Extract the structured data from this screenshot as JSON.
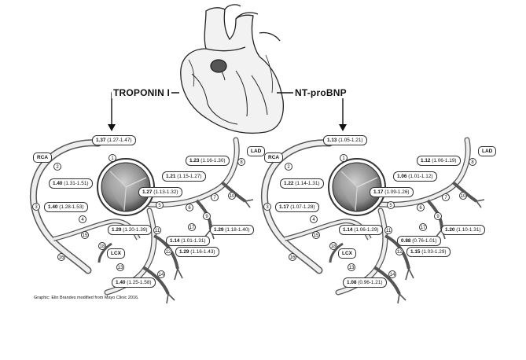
{
  "markers": {
    "left": "TROPONIN I",
    "right": "NT-proBNP"
  },
  "caption": "Graphic: Elin Brandes modified from Mayo Clinic 2016.",
  "vessel_tags": {
    "rca": "RCA",
    "lad": "LAD",
    "lcx": "LCX"
  },
  "segments": [
    "1",
    "2",
    "3",
    "4",
    "5",
    "6",
    "7",
    "8",
    "9",
    "10",
    "11",
    "12",
    "13",
    "14",
    "15",
    "16",
    "17",
    "18"
  ],
  "left_values": {
    "seg1": {
      "hr": "1.37",
      "ci": "(1.27-1.47)"
    },
    "seg2": {
      "hr": "1.40",
      "ci": "(1.31-1.51)"
    },
    "seg3": {
      "hr": "1.40",
      "ci": "(1.28-1.53)"
    },
    "seg5": {
      "hr": "1.27",
      "ci": "(1.13-1.32)"
    },
    "seg6": {
      "hr": "1.21",
      "ci": "(1.15-1.27)"
    },
    "seg7": {
      "hr": "1.23",
      "ci": "(1.16-1.30)"
    },
    "seg9": {
      "hr": "1.29",
      "ci": "(1.18-1.40)"
    },
    "seg11": {
      "hr": "1.29",
      "ci": "(1.20-1.39)"
    },
    "seg12": {
      "hr": "1.29",
      "ci": "(1.16-1.43)"
    },
    "seg13": {
      "hr": "1.40",
      "ci": "(1.25-1.58)"
    },
    "seg17": {
      "hr": "1.14",
      "ci": "(1.01-1.31)"
    }
  },
  "right_values": {
    "seg1": {
      "hr": "1.13",
      "ci": "(1.05-1.21)"
    },
    "seg2": {
      "hr": "1.22",
      "ci": "(1.14-1.31)"
    },
    "seg3": {
      "hr": "1.17",
      "ci": "(1.07-1.28)"
    },
    "seg5": {
      "hr": "1.17",
      "ci": "(1.09-1.26)"
    },
    "seg6": {
      "hr": "1.06",
      "ci": "(1.01-1.12)"
    },
    "seg7": {
      "hr": "1.12",
      "ci": "(1.06-1.19)"
    },
    "seg9": {
      "hr": "1.20",
      "ci": "(1.10-1.31)"
    },
    "seg11": {
      "hr": "1.14",
      "ci": "(1.06-1.29)"
    },
    "seg12": {
      "hr": "1.15",
      "ci": "(1.03-1.29)"
    },
    "seg13": {
      "hr": "1.08",
      "ci": "(0.96-1.21)"
    },
    "seg17": {
      "hr": "0.88",
      "ci": "(0.76-1.01)"
    }
  }
}
